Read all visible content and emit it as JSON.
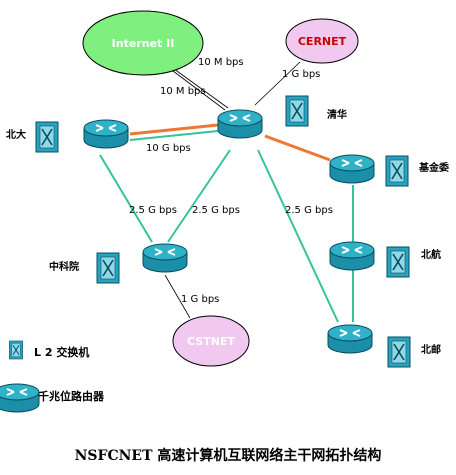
{
  "title": "NSFCNET 高速计算机互联网络主干网拓扑结构",
  "clouds": {
    "internet2": "Internet II",
    "cernet": "CERNET",
    "cstnet": "CSTNET"
  },
  "nodes": {
    "beida": "北大",
    "qinghua": "清华",
    "jijinwei": "基金委",
    "zhongkeyuan": "中科院",
    "beihang": "北航",
    "beiyou": "北邮"
  },
  "links": {
    "inet_top": "10 M bps",
    "inet_bottom": "10 M bps",
    "cernet": "1 G bps",
    "beida_qinghua": "10 G bps",
    "beida_zky": "2.5 G bps",
    "qinghua_zky": "2.5 G bps",
    "qinghua_beiyou": "2.5 G bps",
    "zky_cstnet": "1 G bps"
  },
  "legend": {
    "switch": "L 2 交换机",
    "router": "千兆位路由器"
  },
  "colors": {
    "router_body": "#1c8fa8",
    "router_top": "#2fb2c8",
    "switch_body": "#26a3c0",
    "link_green": "#33c49a",
    "link_orange": "#ee7733",
    "internet_fill": "#7ff07f",
    "cernet_fill": "#f0c8f0",
    "cstnet_fill": "#f0c8f0"
  }
}
